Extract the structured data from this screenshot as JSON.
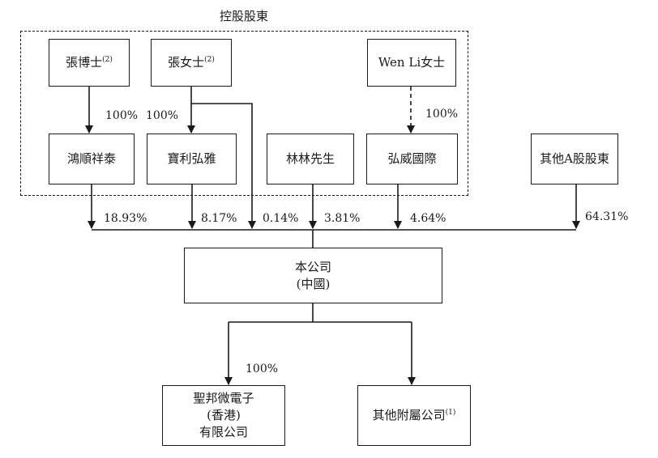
{
  "group_title": "控股股東",
  "nodes": {
    "dr_zhang": {
      "name": "張博士",
      "note": "(2)"
    },
    "ms_zhang": {
      "name": "張女士",
      "note": "(2)"
    },
    "wen_li": {
      "name": "Wen Li女士"
    },
    "hongshun": {
      "name": "鴻順祥泰"
    },
    "baoli": {
      "name": "寶利弘雅"
    },
    "linlin": {
      "name": "林林先生"
    },
    "hongwei": {
      "name": "弘威國際"
    },
    "other_a": {
      "name": "其他A股股東"
    },
    "company": {
      "line1": "本公司",
      "line2": "(中國)"
    },
    "hk_sub": {
      "line1": "聖邦微電子",
      "line2": "(香港)",
      "line3": "有限公司"
    },
    "other_sub": {
      "name": "其他附屬公司",
      "note": "(1)"
    }
  },
  "percentages": {
    "dr_to_hongshun": "100%",
    "ms_to_baoli": "100%",
    "wenli_to_hongwei": "100%",
    "hongshun": "18.93%",
    "baoli": "8.17%",
    "ms_direct": "0.14%",
    "linlin": "3.81%",
    "hongwei": "4.64%",
    "other_a": "64.31%",
    "company_to_hk": "100%"
  }
}
